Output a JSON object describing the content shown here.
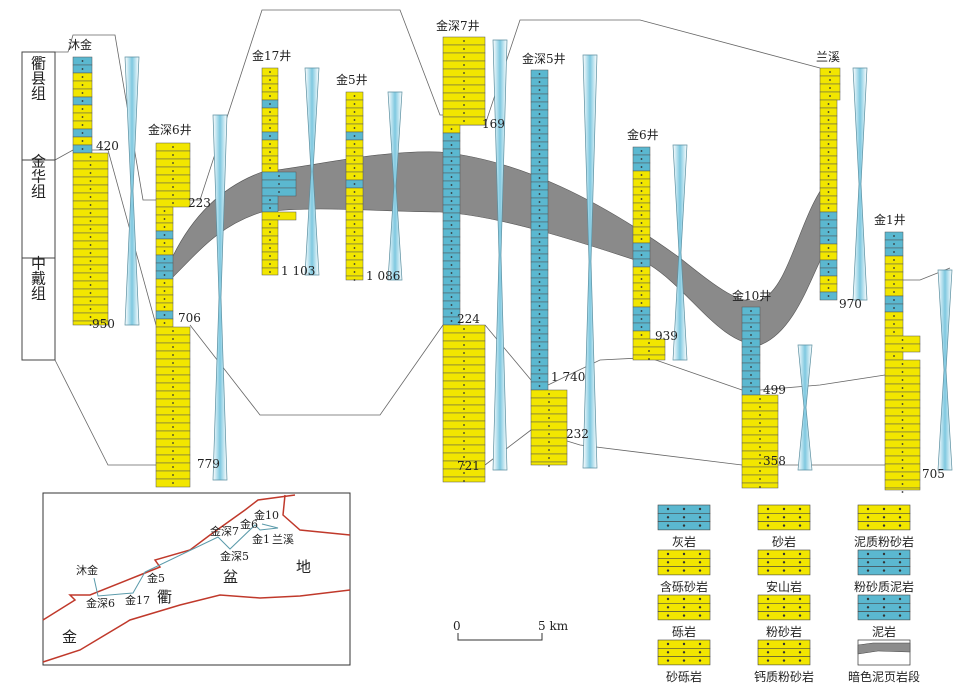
{
  "formations": [
    "衢县组",
    "金华组",
    "中戴组"
  ],
  "wells": [
    {
      "name": "沐金",
      "depths": [
        "420",
        "950"
      ]
    },
    {
      "name": "金深6井",
      "depths": [
        "223",
        "706",
        "779"
      ]
    },
    {
      "name": "金17井",
      "depths": [
        "1 103"
      ]
    },
    {
      "name": "金5井",
      "depths": [
        "1 086"
      ]
    },
    {
      "name": "金深7井",
      "depths": [
        "169",
        "224",
        "721"
      ]
    },
    {
      "name": "金深5井",
      "depths": [
        "1 740",
        "232"
      ]
    },
    {
      "name": "金6井",
      "depths": [
        "939"
      ]
    },
    {
      "name": "金10井",
      "depths": [
        "499",
        "358"
      ]
    },
    {
      "name": "兰溪",
      "depths": [
        "970"
      ]
    },
    {
      "name": "金1井",
      "depths": [
        "705"
      ]
    }
  ],
  "legend": [
    "灰岩",
    "砂岩",
    "泥质粉砂岩",
    "含砾砂岩",
    "安山岩",
    "粉砂质泥岩",
    "砾岩",
    "粉砂岩",
    "泥岩",
    "砂砾岩",
    "钙质粉砂岩",
    "暗色泥页岩段"
  ],
  "scale": {
    "zero": "0",
    "end": "5 km"
  },
  "map": {
    "wells": [
      "沐金",
      "金深6",
      "金17",
      "金5",
      "金深7",
      "金深5",
      "金6",
      "金10",
      "金1",
      "兰溪"
    ],
    "region": [
      "金",
      "衢",
      "盆",
      "地"
    ]
  },
  "colors": {
    "sand": "#f2e600",
    "mud": "#5bb8d0",
    "shale": "#8c8c8c",
    "border": "#c0392b"
  }
}
